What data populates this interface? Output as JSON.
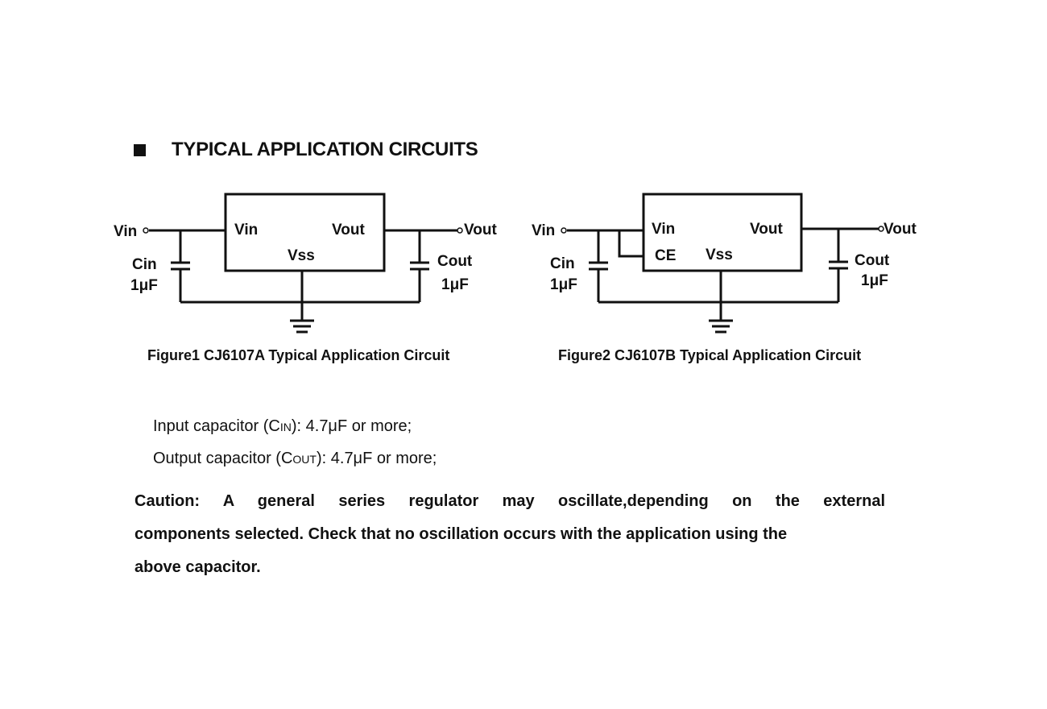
{
  "section": {
    "title": "TYPICAL APPLICATION CIRCUITS"
  },
  "figure1": {
    "labels": {
      "vin_left": "Vin",
      "ic_vin": "Vin",
      "ic_vout": "Vout",
      "ic_vss": "Vss",
      "vout_right": "Vout",
      "cin": "Cin",
      "cin_value": "1μF",
      "cout": "Cout",
      "cout_value": "1μF"
    },
    "caption": "Figure1 CJ6107A Typical Application Circuit"
  },
  "figure2": {
    "labels": {
      "vin_left": "Vin",
      "ic_vin": "Vin",
      "ic_ce": "CE",
      "ic_vout": "Vout",
      "ic_vss": "Vss",
      "vout_right": "Vout",
      "cin": "Cin",
      "cin_value": "1μF",
      "cout": "Cout",
      "cout_value": "1μF"
    },
    "caption": "Figure2 CJ6107B Typical Application Circuit"
  },
  "notes": {
    "input_prefix": "Input capacitor (C",
    "input_sub": "IN",
    "input_suffix": "): 4.7μF or more;",
    "output_prefix": "Output capacitor (C",
    "output_sub": "OUT",
    "output_suffix": "): 4.7μF or more;"
  },
  "caution": {
    "line1": "Caution: A general series regulator may oscillate,depending on the external",
    "line2": "components selected. Check that no oscillation occurs with the application using the",
    "line3": "above capacitor."
  }
}
